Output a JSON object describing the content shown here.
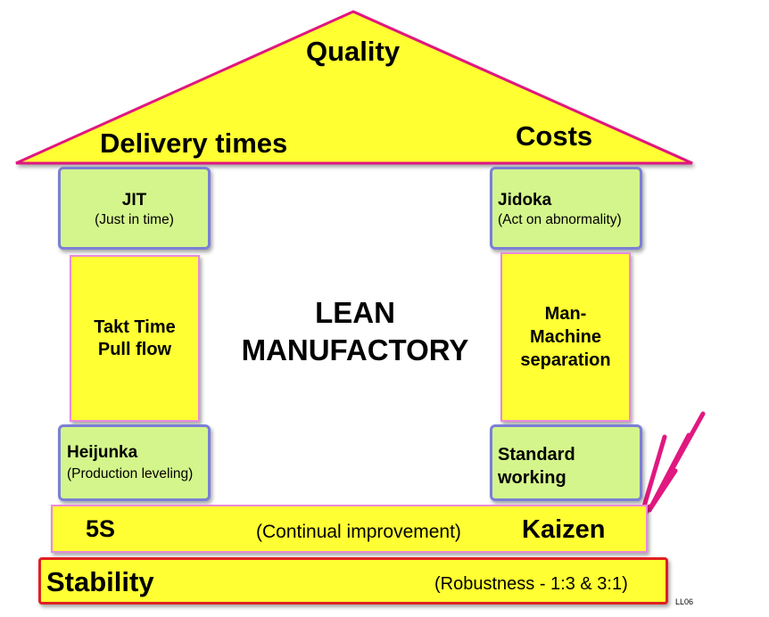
{
  "roof": {
    "top": "Quality",
    "left": "Delivery times",
    "right": "Costs"
  },
  "left_column": {
    "top_box": {
      "title": "JIT",
      "subtitle": "(Just in time)"
    },
    "pillar": {
      "line1": "Takt Time",
      "line2": "Pull flow"
    },
    "bottom_box": {
      "title": "Heijunka",
      "subtitle": "(Production leveling)"
    }
  },
  "right_column": {
    "top_box": {
      "title": "Jidoka",
      "subtitle": "(Act on abnormality)"
    },
    "pillar": {
      "line1": "Man-",
      "line2": "Machine",
      "line3": "separation"
    },
    "bottom_box": {
      "line1": "Standard",
      "line2": "working"
    }
  },
  "center": {
    "line1": "LEAN",
    "line2": "MANUFACTORY"
  },
  "kaizen_band": {
    "left": "5S",
    "middle": "(Continual improvement)",
    "right": "Kaizen"
  },
  "stability_band": {
    "left": "Stability",
    "right": "(Robustness - 1:3 & 3:1)"
  },
  "code": "LL06",
  "colors": {
    "yellow": "#ffff33",
    "green": "#d4f58b",
    "blue_border": "#7a7fd6",
    "pink": "#e0187f",
    "red_border": "#e02020"
  }
}
